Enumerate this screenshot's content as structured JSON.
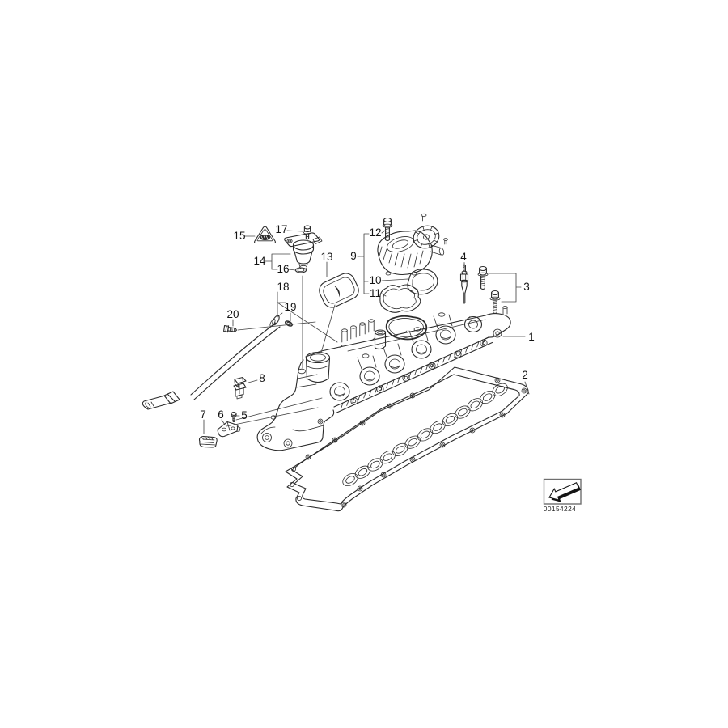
{
  "callouts": [
    {
      "label": "1"
    },
    {
      "label": "2"
    },
    {
      "label": "3"
    },
    {
      "label": "4"
    },
    {
      "label": "5"
    },
    {
      "label": "6"
    },
    {
      "label": "7"
    },
    {
      "label": "8"
    },
    {
      "label": "9"
    },
    {
      "label": "10"
    },
    {
      "label": "11"
    },
    {
      "label": "12"
    },
    {
      "label": "13"
    },
    {
      "label": "14"
    },
    {
      "label": "15"
    },
    {
      "label": "16"
    },
    {
      "label": "17"
    },
    {
      "label": "18"
    },
    {
      "label": "19"
    },
    {
      "label": "20"
    }
  ],
  "stamp": {
    "code": "00154224",
    "icon": "arrow-down-left-3d-icon"
  },
  "icons": {
    "triangle": "warning-triangle-icon"
  },
  "colors": {
    "line": "#2b2b2b",
    "leader": "#474747",
    "background": "#ffffff"
  }
}
